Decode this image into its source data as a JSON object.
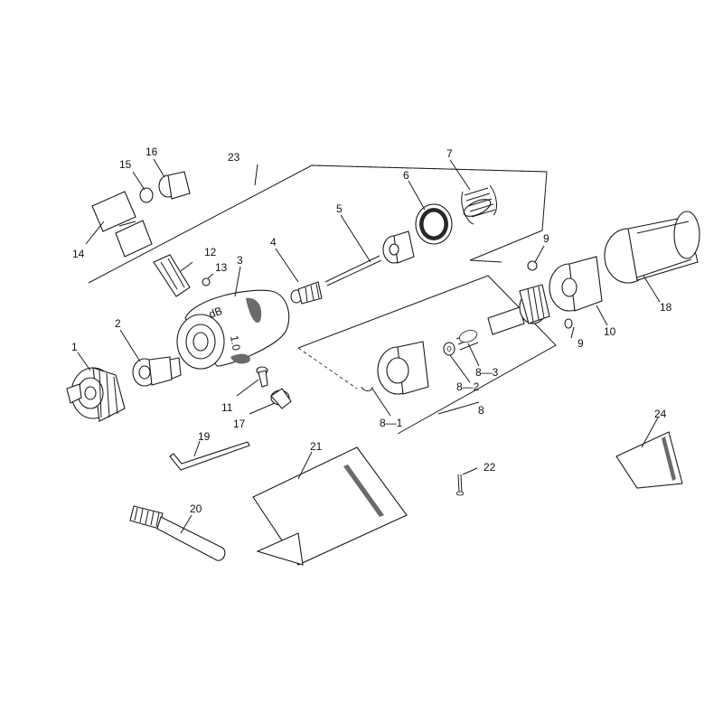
{
  "callouts": {
    "c1": "1",
    "c2": "2",
    "c3": "3",
    "c4": "4",
    "c5": "5",
    "c6": "6",
    "c7": "7",
    "c8": "8",
    "c8_1": "8—1",
    "c8_2": "8—2",
    "c8_3": "8—3",
    "c9a": "9",
    "c9b": "9",
    "c10": "10",
    "c11": "11",
    "c12": "12",
    "c13": "13",
    "c14": "14",
    "c15": "15",
    "c16": "16",
    "c17": "17",
    "c18": "18",
    "c19": "19",
    "c20": "20",
    "c21": "21",
    "c22": "22",
    "c23": "23",
    "c24": "24"
  }
}
